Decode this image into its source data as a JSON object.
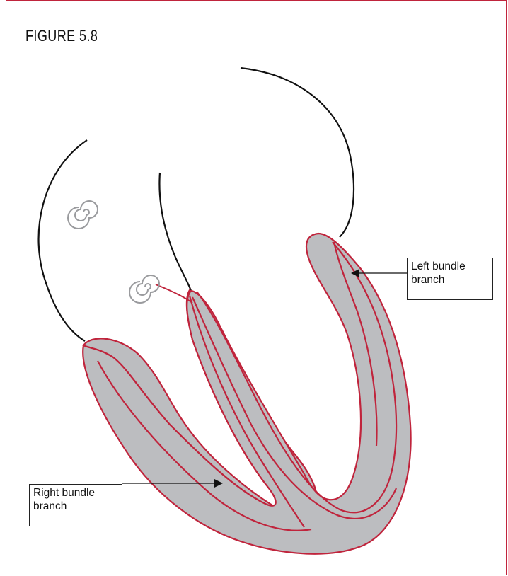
{
  "figure": {
    "title": "FIGURE 5.8"
  },
  "labels": {
    "left_bundle": {
      "line1": "Left bundle",
      "line2": "branch"
    },
    "right_bundle": {
      "line1": "Right bundle",
      "line2": "branch"
    }
  },
  "colors": {
    "conduction": "#c0243c",
    "tissue_fill": "#bcbdc0",
    "outline": "#111111",
    "node": "#9a9b9e"
  }
}
